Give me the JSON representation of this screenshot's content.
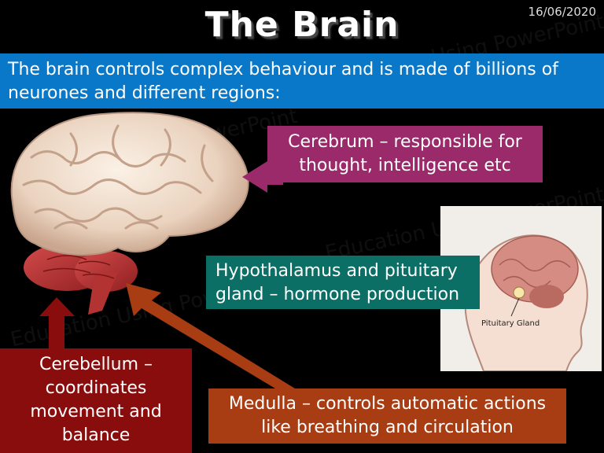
{
  "slide": {
    "title": "The Brain",
    "date": "16/06/2020",
    "intro": "The brain controls complex behaviour and is made of billions of neurones and different regions:",
    "cerebrum_label": "Cerebrum – responsible for thought, intelligence etc",
    "hypothalamus_label": "Hypothalamus and pituitary gland – hormone production",
    "cerebellum_label": "Cerebellum – coordinates movement and balance",
    "medulla_label": "Medulla – controls automatic actions like breathing and circulation",
    "pituitary_image_label": "Pituitary Gland",
    "watermark": "Education Using PowerPoint"
  },
  "colors": {
    "intro_bar": "#0a78c8",
    "cerebrum_box": "#9b2a6b",
    "hypothalamus_box": "#0c6f66",
    "cerebellum_box": "#8a0d0d",
    "medulla_box": "#a83c13"
  }
}
